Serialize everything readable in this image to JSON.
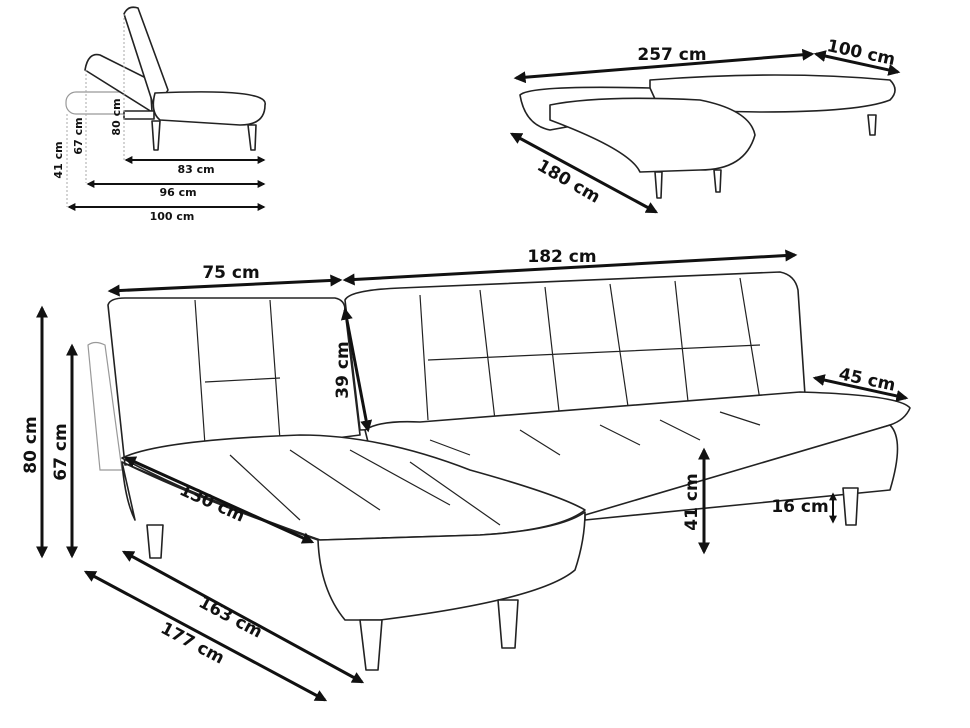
{
  "side_view": {
    "height_back": "80 cm",
    "height_reclined": "67 cm",
    "seat_height": "41 cm",
    "depth_upright": "83 cm",
    "depth_reclined": "96 cm",
    "depth_flat": "100 cm"
  },
  "top_view": {
    "total_length": "257 cm",
    "depth": "100 cm",
    "chaise_length": "180 cm"
  },
  "main_view": {
    "chaise_width": "75 cm",
    "sofa_width": "182 cm",
    "back_height": "39 cm",
    "arm_width": "45 cm",
    "total_height": "80 cm",
    "height_reclined": "67 cm",
    "chaise_seat_length": "130 cm",
    "seat_height": "41 cm",
    "leg_height": "16 cm",
    "chaise_depth": "163 cm",
    "chaise_total_depth": "177 cm"
  }
}
